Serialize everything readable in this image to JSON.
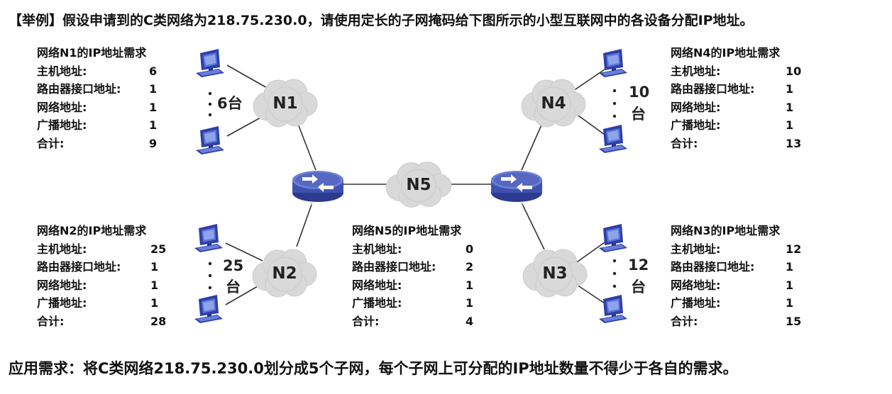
{
  "title": "【举例】假设申请到的C类网络为218.75.230.0，请使用定长的子网掩码给下图所示的小型互联网中的各设备分配IP地址。",
  "footer": "应用需求：将C类网络218.75.230.0划分成5个子网，每个子网上可分配的IP地址数量不得少于各自的需求。",
  "router_label": "ROUTER",
  "networks": {
    "n1": {
      "name": "N1",
      "count_top": "6台",
      "count_bottom": "",
      "header": "网络N1的IP地址需求",
      "rows": [
        {
          "label": "主机地址:",
          "value": "6"
        },
        {
          "label": "路由器接口地址:",
          "value": "1"
        },
        {
          "label": "网络地址:",
          "value": "1"
        },
        {
          "label": "广播地址:",
          "value": "1"
        },
        {
          "label": "合计:",
          "value": "9"
        }
      ]
    },
    "n2": {
      "name": "N2",
      "count_top": "25",
      "count_bottom": "台",
      "header": "网络N2的IP地址需求",
      "rows": [
        {
          "label": "主机地址:",
          "value": "25"
        },
        {
          "label": "路由器接口地址:",
          "value": "1"
        },
        {
          "label": "网络地址:",
          "value": "1"
        },
        {
          "label": "广播地址:",
          "value": "1"
        },
        {
          "label": "合计:",
          "value": "28"
        }
      ]
    },
    "n3": {
      "name": "N3",
      "count_top": "12",
      "count_bottom": "台",
      "header": "网络N3的IP地址需求",
      "rows": [
        {
          "label": "主机地址:",
          "value": "12"
        },
        {
          "label": "路由器接口地址:",
          "value": "1"
        },
        {
          "label": "网络地址:",
          "value": "1"
        },
        {
          "label": "广播地址:",
          "value": "1"
        },
        {
          "label": "合计:",
          "value": "15"
        }
      ]
    },
    "n4": {
      "name": "N4",
      "count_top": "10",
      "count_bottom": "台",
      "header": "网络N4的IP地址需求",
      "rows": [
        {
          "label": "主机地址:",
          "value": "10"
        },
        {
          "label": "路由器接口地址:",
          "value": "1"
        },
        {
          "label": "网络地址:",
          "value": "1"
        },
        {
          "label": "广播地址:",
          "value": "1"
        },
        {
          "label": "合计:",
          "value": "13"
        }
      ]
    },
    "n5": {
      "name": "N5",
      "header": "网络N5的IP地址需求",
      "rows": [
        {
          "label": "主机地址:",
          "value": "0"
        },
        {
          "label": "路由器接口地址:",
          "value": "2"
        },
        {
          "label": "网络地址:",
          "value": "1"
        },
        {
          "label": "广播地址:",
          "value": "1"
        },
        {
          "label": "合计:",
          "value": "4"
        }
      ]
    }
  },
  "colors": {
    "cloud": "#d9d9d9",
    "cloud_stroke": "#c4c4c4",
    "router": "#3f51b0",
    "computer_blue": "#2e3fa8",
    "line": "#333333"
  },
  "icons": [
    "computer-icon",
    "router-icon",
    "cloud-icon"
  ]
}
